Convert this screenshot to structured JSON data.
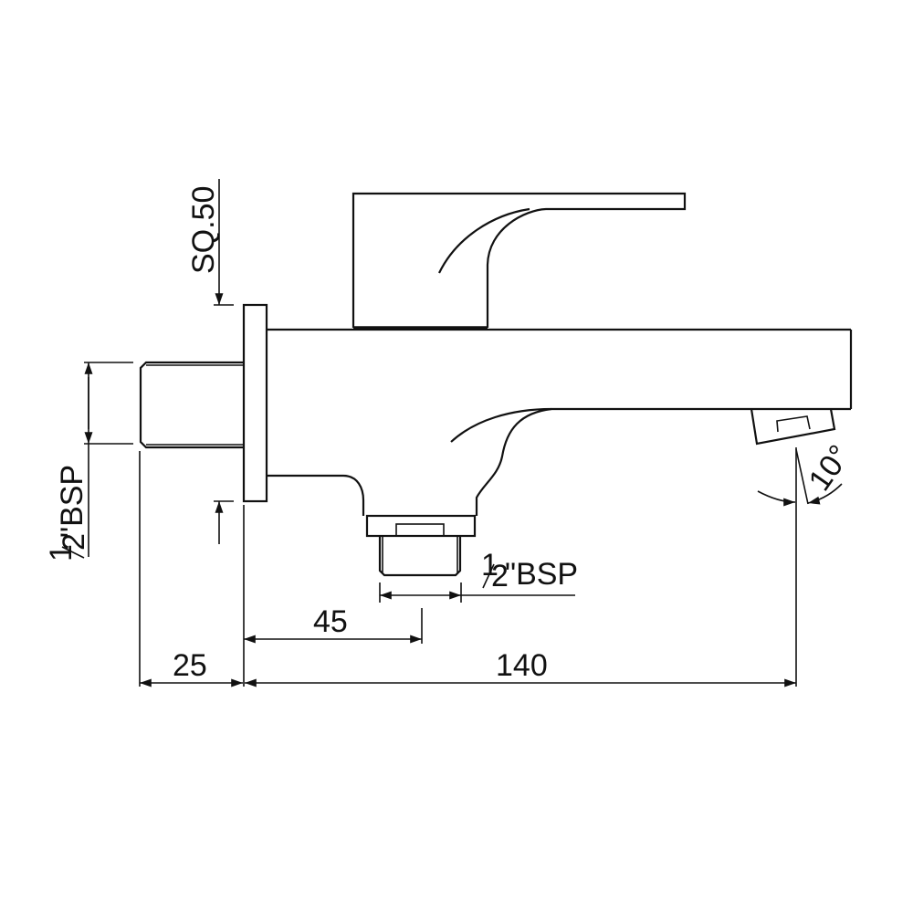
{
  "drawing": {
    "subject": "wall-mounted bath spout with diverter lever",
    "units": "mm"
  },
  "dimensions": {
    "flange_square": "SQ.50",
    "inlet_thread": "½\"BSP",
    "outlet_thread": "½\"BSP",
    "inlet_length": "25",
    "outlet_offset": "45",
    "spout_projection": "140",
    "spout_angle": "10°"
  },
  "labels": {
    "half": "1",
    "half_den": "2",
    "bsp": "\"BSP"
  }
}
